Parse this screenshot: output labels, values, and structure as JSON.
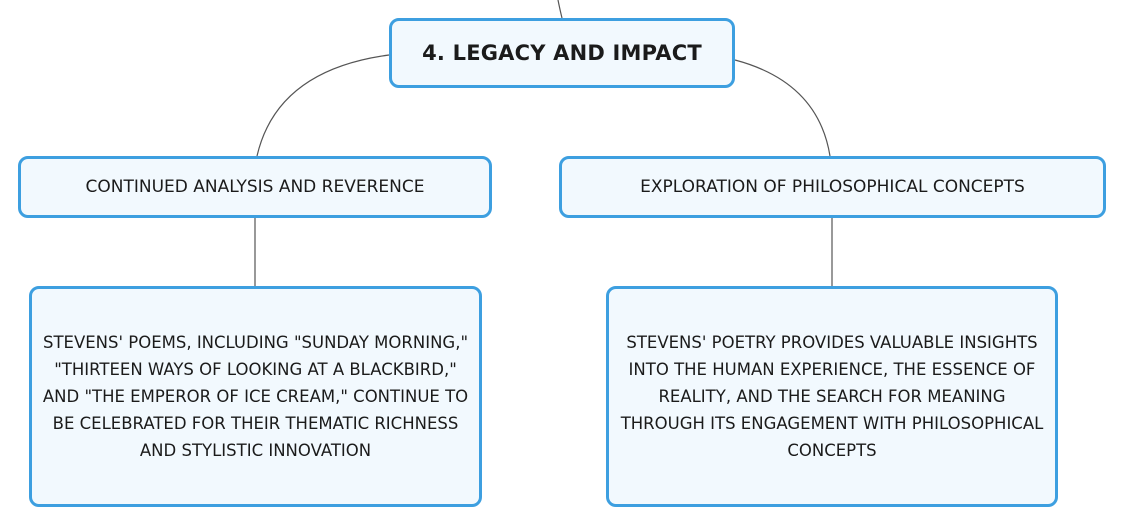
{
  "colors": {
    "node_border": "#3d9fe0",
    "node_fill": "#f2f9fe",
    "connector": "#555555",
    "text": "#1b1b1b"
  },
  "root": {
    "label": "4. LEGACY AND IMPACT"
  },
  "branches": [
    {
      "label": "CONTINUED ANALYSIS AND REVERENCE",
      "detail": "STEVENS' POEMS, INCLUDING \"SUNDAY MORNING,\" \"THIRTEEN WAYS OF LOOKING AT A BLACKBIRD,\" AND \"THE EMPEROR OF ICE CREAM,\" CONTINUE TO BE CELEBRATED FOR THEIR THEMATIC RICHNESS AND STYLISTIC INNOVATION"
    },
    {
      "label": "EXPLORATION OF PHILOSOPHICAL CONCEPTS",
      "detail": "STEVENS' POETRY PROVIDES VALUABLE INSIGHTS INTO THE HUMAN EXPERIENCE, THE ESSENCE OF REALITY, AND THE SEARCH FOR MEANING THROUGH ITS ENGAGEMENT WITH PHILOSOPHICAL CONCEPTS"
    }
  ]
}
